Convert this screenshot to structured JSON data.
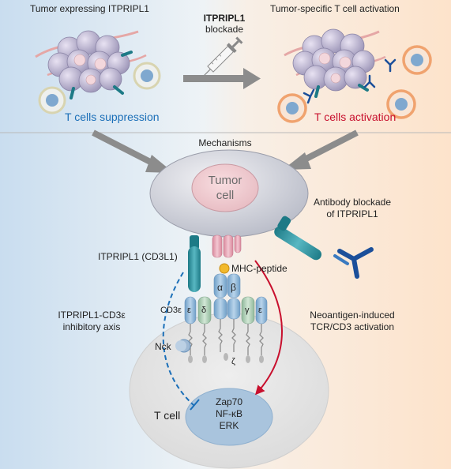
{
  "top": {
    "left_title": "Tumor expressing ITPRIPL1",
    "middle_title_line1": "ITPRIPL1",
    "middle_title_line2": "blockade",
    "right_title": "Tumor-specific T cell activation",
    "left_outcome": "T cells suppression",
    "right_outcome": "T cells activation"
  },
  "mechanisms": {
    "title": "Mechanisms",
    "tumor_cell_line1": "Tumor",
    "tumor_cell_line2": "cell",
    "antibody_line1": "Antibody blockade",
    "antibody_line2": "of ITPRIPL1",
    "ligand_label": "ITPRIPL1 (CD3L1)",
    "mhc_label": "MHC-peptide",
    "alpha": "α",
    "beta": "β",
    "cd3e_label": "CD3ε",
    "epsilon": "ε",
    "delta": "δ",
    "gamma": "γ",
    "zeta": "ζ",
    "nck_label": "Nck",
    "inhibitory_line1": "ITPRIPL1-CD3ε",
    "inhibitory_line2": "inhibitory axis",
    "activation_line1": "Neoantigen-induced",
    "activation_line2": "TCR/CD3 activation",
    "tcell_label": "T cell",
    "signal_1": "Zap70",
    "signal_2": "NF-κB",
    "signal_3": "ERK"
  },
  "colors": {
    "suppression_blue": "#1b6fb8",
    "activation_red": "#c8102e",
    "left_bg": "#dce9f4",
    "right_bg": "#fbe6d2"
  }
}
